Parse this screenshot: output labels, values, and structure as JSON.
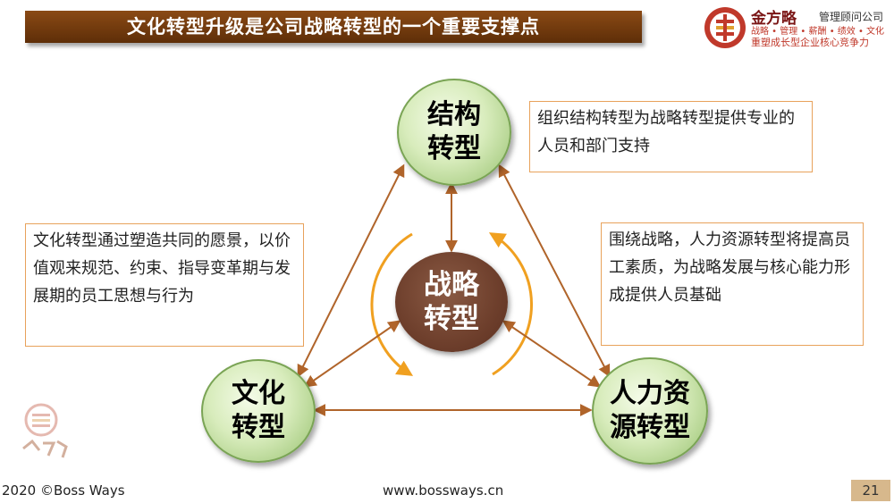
{
  "title": "文化转型升级是公司战略转型的一个重要支撑点",
  "brand": {
    "name": "金方略",
    "consult": "管理顾问公司",
    "services": "战略 • 管理 • 薪酬 • 绩效 • 文化",
    "slogan": "重塑成长型企业核心竞争力"
  },
  "nodes": {
    "structure": [
      "结构",
      "转型"
    ],
    "culture": [
      "文化",
      "转型"
    ],
    "hr": [
      "人力资",
      "源转型"
    ],
    "strategy": [
      "战略",
      "转型"
    ]
  },
  "descriptions": {
    "structure": "组织结构转型为战略转型提供专业的人员和部门支持",
    "culture": "文化转型通过塑造共同的愿景，以价值观来规范、约束、指导变革期与发展期的员工思想与行为",
    "hr": "围绕战略，人力资源转型将提高员工素质，为战略发展与核心能力形成提供人员基础"
  },
  "footer": {
    "copyright": "2020 ©Boss Ways",
    "website": "www.bossways.cn",
    "page": "21"
  },
  "colors": {
    "title_bg": "#6b3a10",
    "arrow": "#b0642a",
    "cycle": "#f0a020",
    "center": "#6e3f2c",
    "node_green": "#c5e3a4",
    "box_border": "#e8a25b"
  }
}
